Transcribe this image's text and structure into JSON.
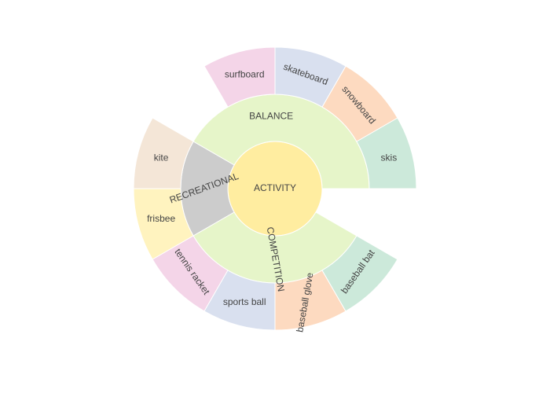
{
  "chart_data": {
    "type": "sunburst",
    "root": "ACTIVITY",
    "nodes": [
      {
        "id": "ACTIVITY",
        "label": "ACTIVITY",
        "parent": "",
        "start": 0,
        "end": 360,
        "color": "#ffeda0"
      },
      {
        "id": "BALANCE",
        "label": "BALANCE",
        "parent": "ACTIVITY",
        "start": 0,
        "end": 150,
        "color": "#e6f5c9"
      },
      {
        "id": "RECREATIONAL",
        "label": "RECREATIONAL",
        "parent": "ACTIVITY",
        "start": 150,
        "end": 210,
        "color": "#cccccc"
      },
      {
        "id": "COMPETITION",
        "label": "COMPETITION",
        "parent": "ACTIVITY",
        "start": 210,
        "end": 330,
        "color": "#e6f5c9"
      },
      {
        "id": "skis",
        "label": "skis",
        "parent": "BALANCE",
        "start": 0,
        "end": 30,
        "color": "#cce9da"
      },
      {
        "id": "snowboard",
        "label": "snowboard",
        "parent": "BALANCE",
        "start": 30,
        "end": 60,
        "color": "#fddac0"
      },
      {
        "id": "skateboard",
        "label": "skateboard",
        "parent": "BALANCE",
        "start": 60,
        "end": 90,
        "color": "#d9e0ef"
      },
      {
        "id": "surfboard",
        "label": "surfboard",
        "parent": "BALANCE",
        "start": 90,
        "end": 120,
        "color": "#f4d5e8"
      },
      {
        "id": "kite",
        "label": "kite",
        "parent": "RECREATIONAL",
        "start": 150,
        "end": 180,
        "color": "#f4e6d7"
      },
      {
        "id": "frisbee",
        "label": "frisbee",
        "parent": "RECREATIONAL",
        "start": 180,
        "end": 210,
        "color": "#fff3bf"
      },
      {
        "id": "tennis racket",
        "label": "tennis racket",
        "parent": "COMPETITION",
        "start": 210,
        "end": 240,
        "color": "#f4d5e8"
      },
      {
        "id": "sports ball",
        "label": "sports ball",
        "parent": "COMPETITION",
        "start": 240,
        "end": 270,
        "color": "#d9e0ef"
      },
      {
        "id": "baseball glove",
        "label": "baseball glove",
        "parent": "COMPETITION",
        "start": 270,
        "end": 300,
        "color": "#fddac0"
      },
      {
        "id": "baseball bat",
        "label": "baseball bat",
        "parent": "COMPETITION",
        "start": 300,
        "end": 330,
        "color": "#cce9da"
      }
    ]
  }
}
